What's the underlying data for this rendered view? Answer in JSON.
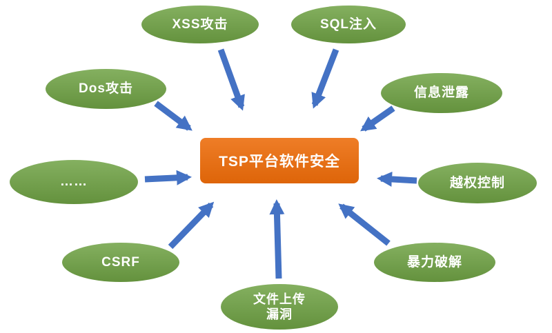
{
  "diagram": {
    "center": {
      "id": "tsp-platform-security",
      "label": "TSP平台软件安全"
    },
    "nodes": [
      {
        "id": "xss-attack",
        "label": "XSS攻击"
      },
      {
        "id": "sql-injection",
        "label": "SQL注入"
      },
      {
        "id": "dos-attack",
        "label": "Dos攻击"
      },
      {
        "id": "info-leak",
        "label": "信息泄露"
      },
      {
        "id": "more",
        "label": "……"
      },
      {
        "id": "privilege-control",
        "label": "越权控制"
      },
      {
        "id": "csrf",
        "label": "CSRF"
      },
      {
        "id": "brute-force",
        "label": "暴力破解"
      },
      {
        "id": "file-upload-vuln",
        "label": "文件上传\n漏洞"
      }
    ],
    "colors": {
      "background": "#FFFFFF",
      "node_fill": "#6FA244",
      "node_text": "#FFFFFF",
      "center_fill": "#EC6B09",
      "center_text": "#FFFFFF",
      "arrow": "#4472C4"
    }
  }
}
